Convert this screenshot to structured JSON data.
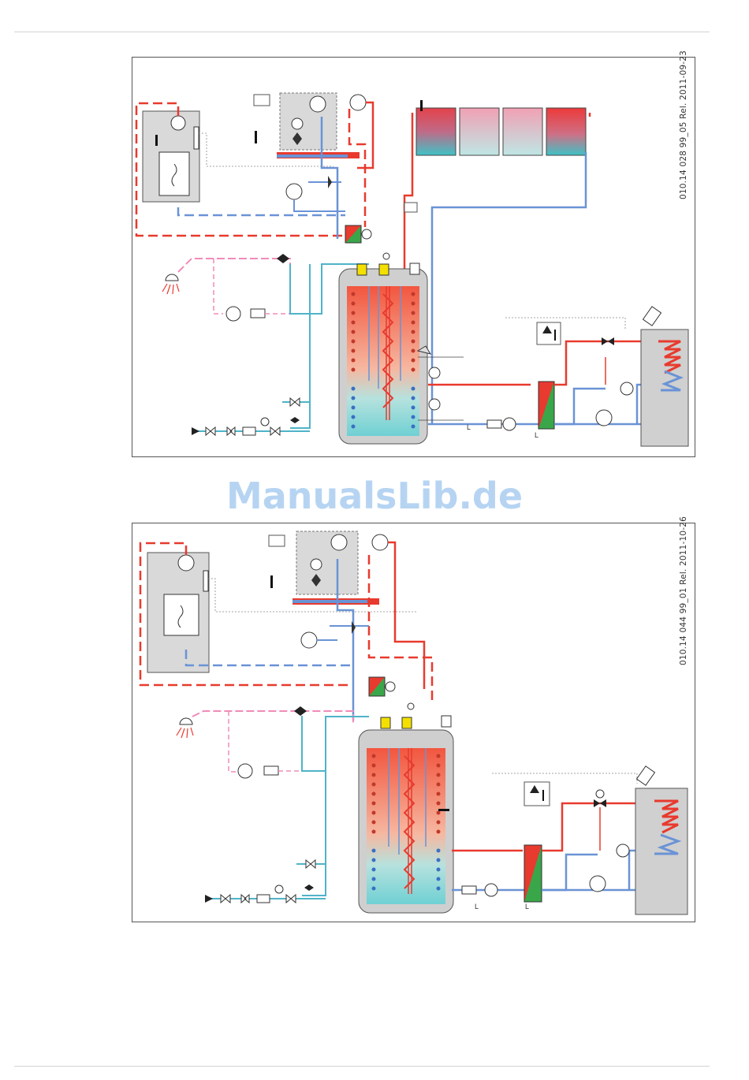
{
  "page": {
    "watermark": "ManualsLib.de"
  },
  "diagrams": [
    {
      "reference": "010.14 028 99_05 Rel. 2011-09-23",
      "has_solar_collectors": true,
      "pipe_label": "L"
    },
    {
      "reference": "010.14 044 99_01 Rel. 2011-10-26",
      "has_solar_collectors": false,
      "pipe_label": "L"
    }
  ],
  "colors": {
    "hot_flow": "#e83a2e",
    "return_flow": "#6a93d6",
    "cold_water": "#4fb3c8",
    "dhw_pink": "#f08bb8",
    "tank_hot": "#f37a5c",
    "tank_cold": "#7fd3d6",
    "module_grey": "#d9d9d9",
    "heat_exchanger_green": "#3aa64a",
    "warning_yellow": "#f4e000"
  },
  "icons": [
    "fan-coil-icon",
    "pump-icon",
    "mixing-valve-icon",
    "expansion-vessel-icon",
    "shower-icon",
    "heat-exchanger-icon",
    "electric-heater-icon",
    "thermometer-icon",
    "warning-icon",
    "solar-collector-icon",
    "stop-valve-icon",
    "check-valve-icon",
    "safety-valve-icon",
    "pressure-gauge-icon",
    "filter-icon"
  ]
}
